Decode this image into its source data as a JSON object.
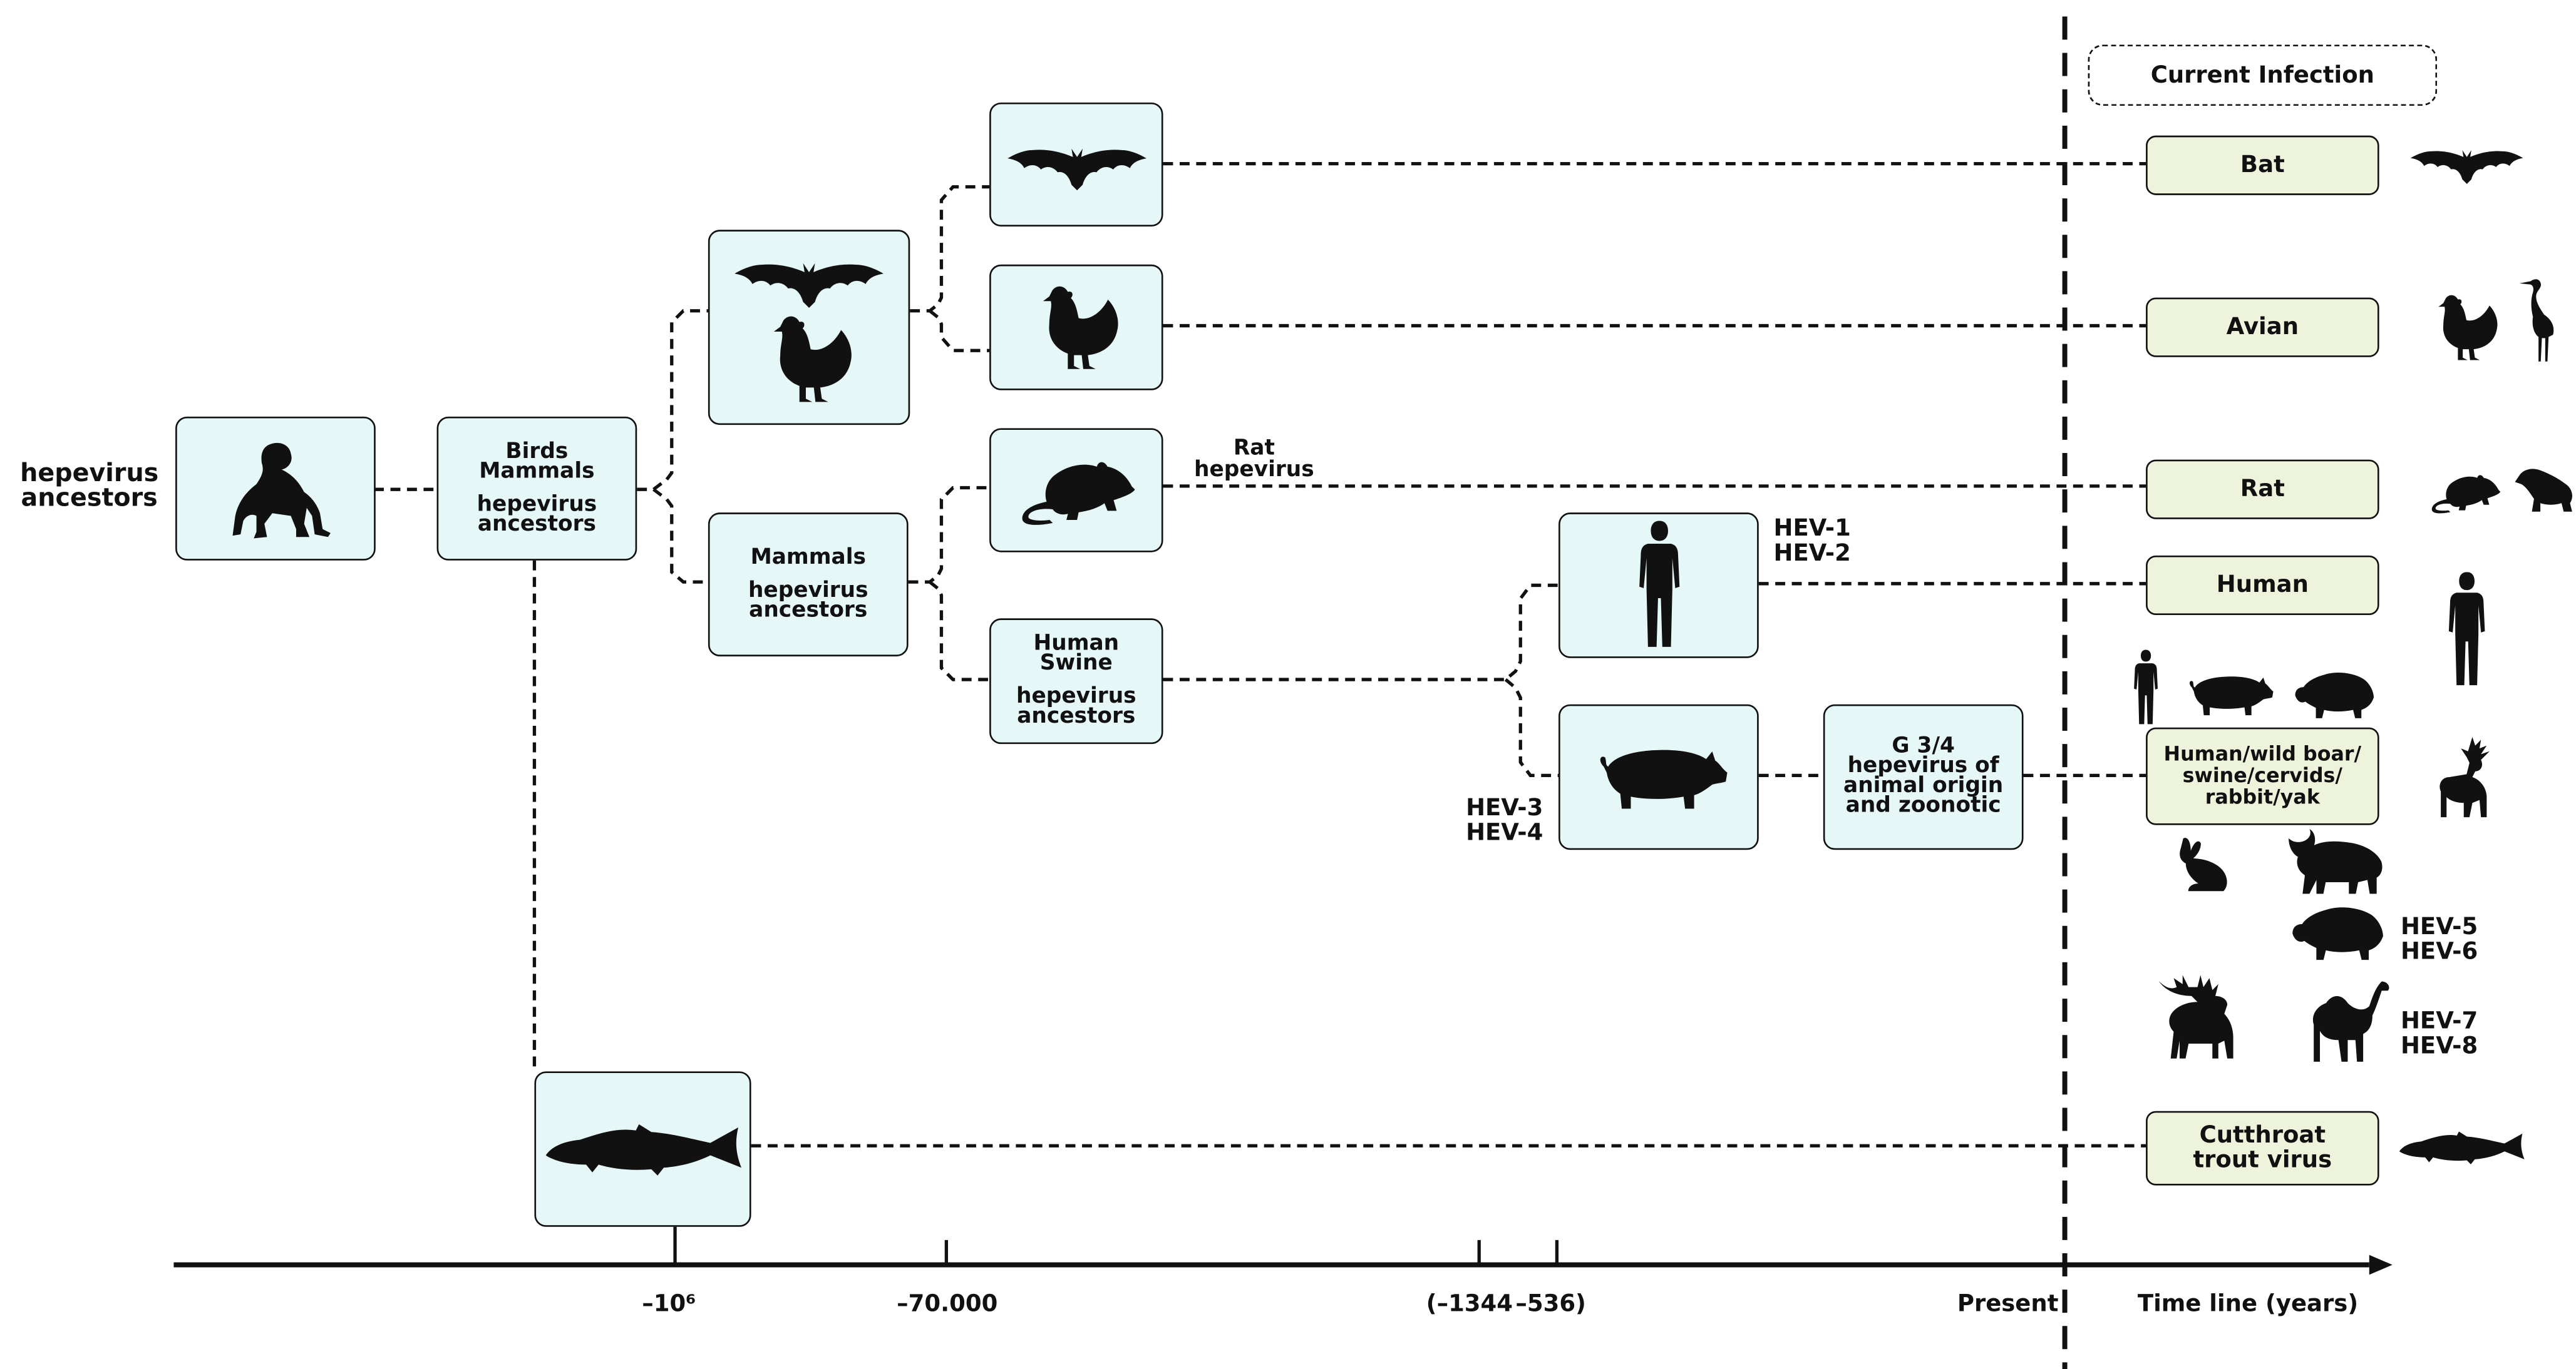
{
  "ancestor_label": [
    "hepevirus",
    "ancestors"
  ],
  "current_infection": "Current Infection",
  "nodes": {
    "birds_mammals": [
      "Birds",
      "Mammals",
      "hepevirus",
      "ancestors"
    ],
    "mammals": [
      "Mammals",
      "hepevirus",
      "ancestors"
    ],
    "human_swine": [
      "Human",
      "Swine",
      "hepevirus",
      "ancestors"
    ],
    "g34": [
      "G 3/4",
      "hepevirus of",
      "animal origin",
      "and zoonotic"
    ]
  },
  "branch_labels": {
    "rat_hepevirus": [
      "Rat",
      "hepevirus"
    ],
    "hev12": [
      "HEV-1",
      "HEV-2"
    ],
    "hev34": [
      "HEV-3",
      "HEV-4"
    ],
    "hev56": [
      "HEV-5",
      "HEV-6"
    ],
    "hev78": [
      "HEV-7",
      "HEV-8"
    ]
  },
  "current_hosts": {
    "bat": "Bat",
    "avian": "Avian",
    "rat": "Rat",
    "human": "Human",
    "mixed": [
      "Human/wild boar/",
      "swine/cervids/",
      "rabbit/yak"
    ],
    "trout": [
      "Cutthroat",
      "trout virus"
    ]
  },
  "timeline": {
    "ticks": [
      "–10⁶",
      "–70.000",
      "(–1344",
      "–536)"
    ],
    "present": "Present",
    "axis_label": "Time line (years)"
  },
  "icons": [
    "ape-icon",
    "bat-icon",
    "chicken-icon",
    "rat-icon",
    "human-icon",
    "pig-icon",
    "fish-icon",
    "heron-icon",
    "ferret-icon",
    "wild-boar-icon",
    "rabbit-icon",
    "yak-icon",
    "deer-icon",
    "moose-icon",
    "camel-icon"
  ],
  "colors": {
    "box_fill": "#e6f7f8",
    "current_fill": "#eef4dc",
    "line": "#111111"
  }
}
